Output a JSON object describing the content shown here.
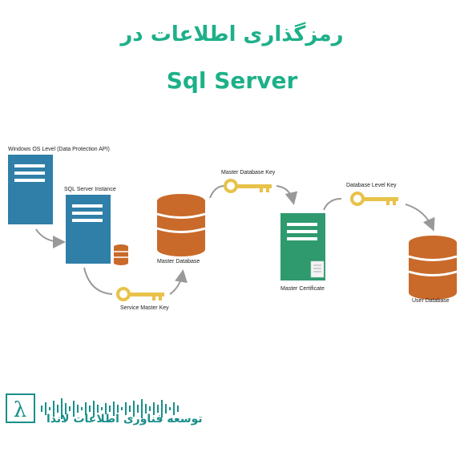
{
  "title": {
    "line1": "رمزگذاری اطلاعات در",
    "line2": "Sql Server"
  },
  "labels": {
    "windows_os": "Windows OS Level (Data Protection API)",
    "sql_instance": "SQL Server Instance",
    "service_master_key": "Service Master Key",
    "master_database": "Master Database",
    "master_database_key": "Master Database Key",
    "database_level_key": "Database Level Key",
    "master_certificate": "Master Certificate",
    "user_database": "User Database"
  },
  "logo": {
    "text": "توسعه فناوری اطلاعات لاندا",
    "symbol": "λ"
  },
  "colors": {
    "title": "#1db089",
    "server": "#2f7fa8",
    "database": "#c96a2a",
    "key": "#e8c24a",
    "certificate": "#2e9a6e",
    "logo": "#1a8f8a"
  }
}
